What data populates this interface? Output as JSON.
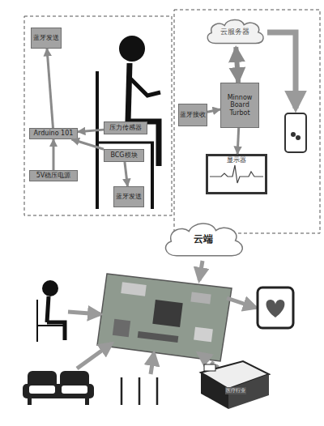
{
  "diagram": {
    "nodes": [
      {
        "text": [
          "蓝牙发送"
        ]
      },
      {
        "text": [
          "Arduino 101"
        ]
      },
      {
        "text": [
          "压力传感器"
        ]
      },
      {
        "text": [
          "BCG模块"
        ]
      },
      {
        "text": [
          "5V稳压电源"
        ]
      },
      {
        "text": [
          "蓝牙发送"
        ]
      },
      {
        "text": [
          "云服务器"
        ]
      },
      {
        "text": [
          "蓝牙接收"
        ]
      },
      {
        "text": [
          "Minnow Board Turbot"
        ]
      },
      {
        "text": [
          "显示器"
        ]
      },
      {
        "text": [
          "云端"
        ]
      }
    ],
    "edges": [
      {
        "from": 1,
        "to": 0,
        "arrow": "to"
      },
      {
        "from": 2,
        "to": 1,
        "arrow": "to"
      },
      {
        "from": 3,
        "to": 1,
        "arrow": "to"
      },
      {
        "from": 4,
        "to": 1,
        "arrow": "to"
      },
      {
        "from": 3,
        "to": 5,
        "arrow": "to"
      },
      {
        "from": 7,
        "to": 8,
        "arrow": "to"
      },
      {
        "from": 8,
        "to": 6,
        "arrow": "both"
      },
      {
        "from": 8,
        "to": 9,
        "arrow": "to"
      }
    ],
    "labels": [
      "医疗行业"
    ]
  }
}
